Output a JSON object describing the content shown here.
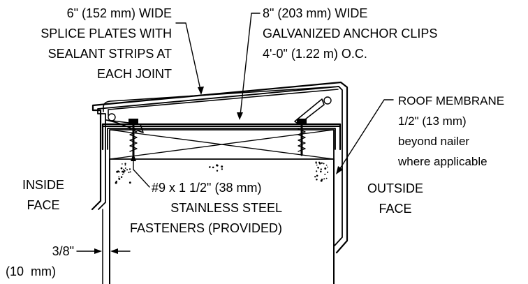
{
  "labels": {
    "splice_plates": [
      "6\" (152 mm) WIDE",
      "SPLICE PLATES WITH",
      "SEALANT STRIPS AT",
      "EACH JOINT"
    ],
    "anchor_clips": [
      "8\" (203 mm) WIDE",
      "GALVANIZED ANCHOR CLIPS",
      "4'-0\" (1.22 m) O.C."
    ],
    "roof_membrane": [
      "ROOF MEMBRANE",
      "1/2\" (13 mm)",
      "beyond nailer",
      "where applicable"
    ],
    "inside_face": [
      "INSIDE",
      "FACE"
    ],
    "outside_face": [
      "OUTSIDE",
      "FACE"
    ],
    "fasteners": [
      "#9 x 1 1/2\" (38 mm)",
      "STAINLESS STEEL",
      "FASTENERS (PROVIDED)"
    ],
    "gap_dimension": [
      "3/8\"",
      "(10  mm)"
    ]
  },
  "colors": {
    "ink": "#000000",
    "background": "#ffffff"
  }
}
